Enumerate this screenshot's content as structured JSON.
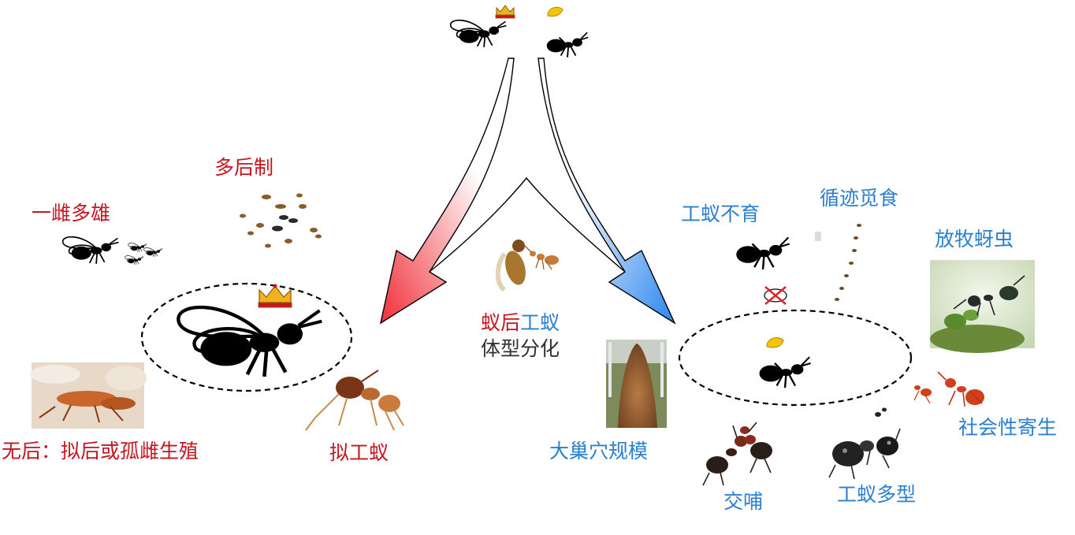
{
  "labels": {
    "monogyny_polyandry": "一雌多雄",
    "polygyny": "多后制",
    "queenless": "无后：拟后或孤雌生殖",
    "ergatoid": "拟工蚁",
    "center_queen": "蚁后",
    "center_worker": "工蚁",
    "center_sub": "体型分化",
    "colony_size": "大巢穴规模",
    "worker_sterile": "工蚁不育",
    "trail_foraging": "循迹觅食",
    "aphid_tending": "放牧蚜虫",
    "social_parasitism": "社会性寄生",
    "trophallaxis": "交哺",
    "worker_polymorphism": "工蚁多型"
  },
  "colors": {
    "queen_side": "#c8141e",
    "worker_side": "#2a7fd0",
    "arrow_red": "#f0303a",
    "arrow_blue": "#2b86ee",
    "crown_gold": "#f2b21c",
    "worker_badge": "#f4c400"
  },
  "icons": [
    "queen-silhouette-icon",
    "worker-silhouette-icon",
    "crown-icon",
    "worker-badge-icon",
    "no-eggs-icon"
  ]
}
